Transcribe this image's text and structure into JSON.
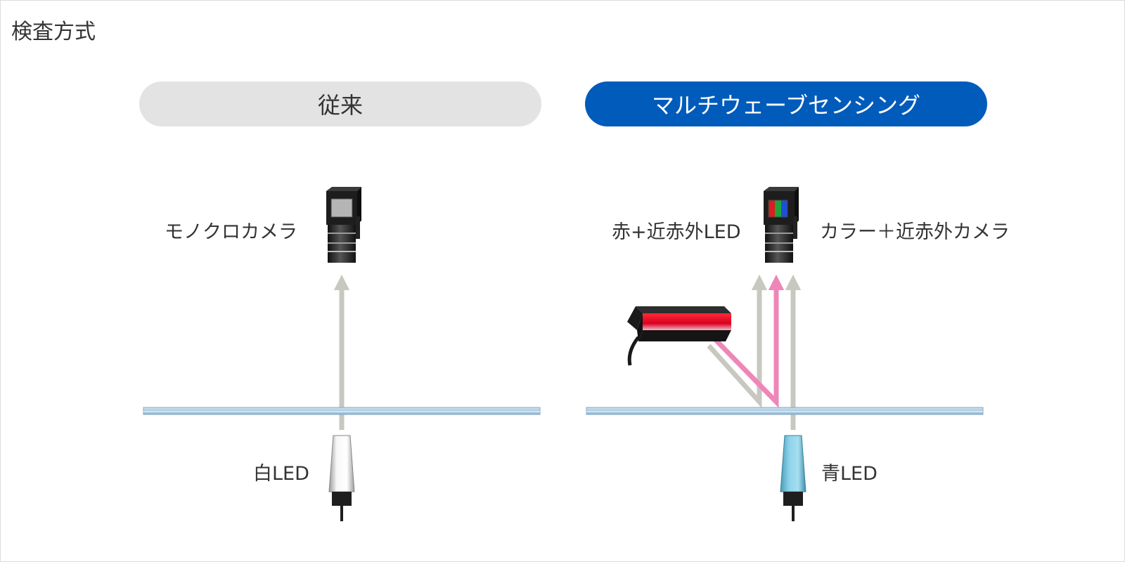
{
  "page_title": "検査方式",
  "panels": {
    "conventional": {
      "header": "従来",
      "camera_label": "モノクロカメラ",
      "light_label": "白LED"
    },
    "multiwave": {
      "header": "マルチウェーブセンシング",
      "bar_light_label": "赤+近赤外LED",
      "camera_label": "カラー＋近赤外カメラ",
      "light_label": "青LED"
    }
  },
  "colors": {
    "accent_blue": "#005bbb",
    "pill_gray": "#e3e3e3",
    "arrow_gray": "#c8c8c0",
    "arrow_pink": "#ee86b8",
    "glass_blue": "#a9cbe3",
    "white_led": "#f4f4f4",
    "blue_led": "#7cc7de",
    "red_led": "#d8001e"
  }
}
